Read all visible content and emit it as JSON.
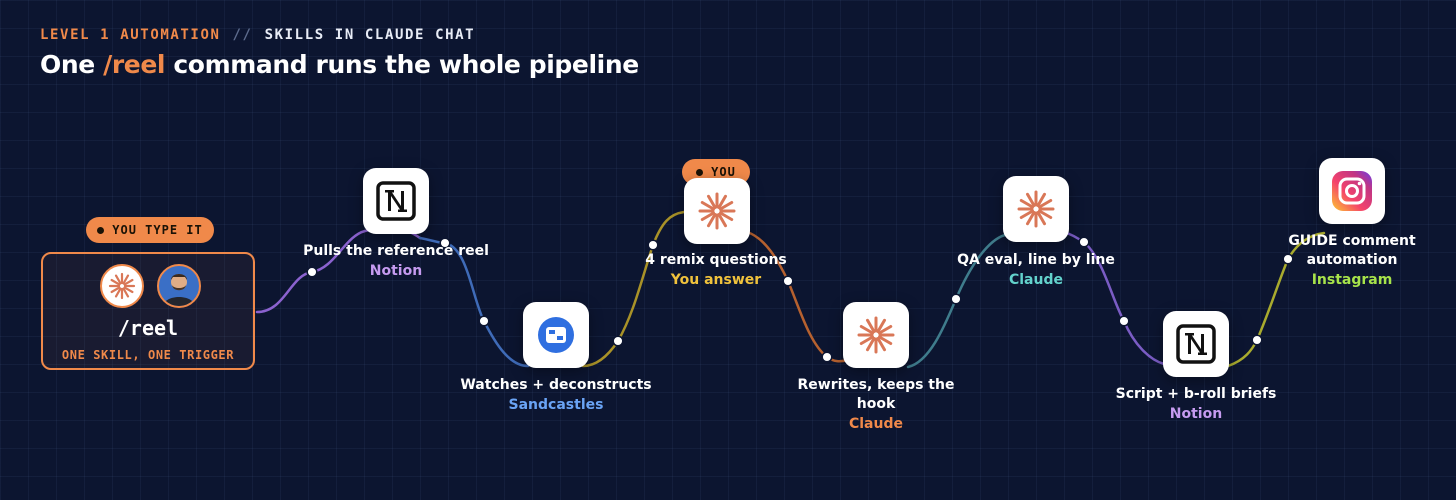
{
  "header": {
    "eyebrow_level": "LEVEL 1 AUTOMATION",
    "eyebrow_separator": "//",
    "eyebrow_topic": "SKILLS IN CLAUDE CHAT",
    "title_prefix": "One",
    "title_command": "/reel",
    "title_suffix": "command runs the whole pipeline"
  },
  "start_card": {
    "badge": "YOU TYPE IT",
    "command": "/reel",
    "subtitle": "ONE SKILL, ONE TRIGGER"
  },
  "steps": [
    {
      "label": "Pulls the reference reel",
      "tool": "Notion",
      "tool_color": "#c69bf0",
      "icon": "notion-icon"
    },
    {
      "label": "Watches + deconstructs",
      "tool": "Sandcastles",
      "tool_color": "#6aa4f5",
      "icon": "sandcastles-icon"
    },
    {
      "label": "4 remix questions",
      "tool": "You answer",
      "tool_color": "#f0c23c",
      "icon": "claude-icon",
      "badge": "YOU"
    },
    {
      "label": "Rewrites, keeps the hook",
      "tool": "Claude",
      "tool_color": "#f0894a",
      "icon": "claude-icon"
    },
    {
      "label": "QA eval, line by line",
      "tool": "Claude",
      "tool_color": "#63d2cc",
      "icon": "claude-icon"
    },
    {
      "label": "Script + b-roll briefs",
      "tool": "Notion",
      "tool_color": "#c69bf0",
      "icon": "notion-icon"
    },
    {
      "label": "GUIDE comment automation",
      "tool": "Instagram",
      "tool_color": "#a7e34a",
      "icon": "instagram-icon"
    }
  ],
  "colors": {
    "accent": "#f0894a",
    "background": "#0c1530",
    "segments": [
      "#8b62cf",
      "#3f6bb8",
      "#a99228",
      "#b6612f",
      "#3f7c8c",
      "#7a5cc4",
      "#a9ab2e"
    ]
  }
}
